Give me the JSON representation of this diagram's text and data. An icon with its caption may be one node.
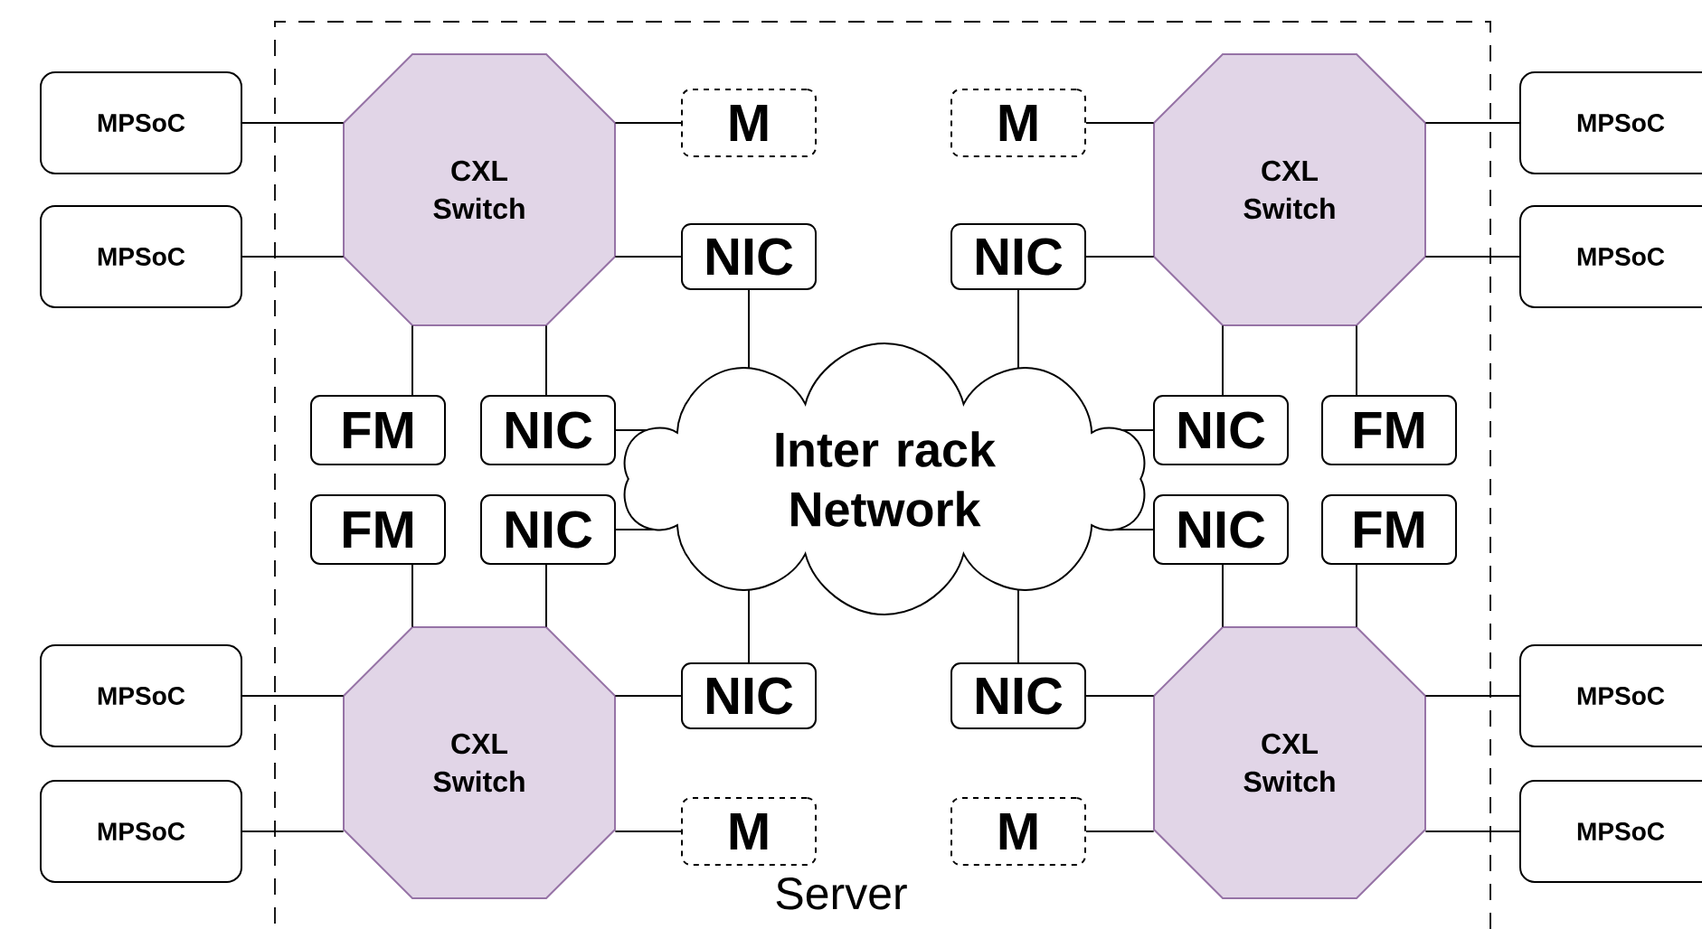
{
  "diagram": {
    "nodes": [
      {
        "text": [
          "Server"
        ]
      },
      {
        "text": [
          "MPSoC"
        ]
      },
      {
        "text": [
          "CXL Switch"
        ],
        "in": 0
      },
      {
        "text": [
          "M"
        ],
        "in": 0
      },
      {
        "text": [
          "M"
        ],
        "in": 0
      },
      {
        "text": [
          "CXL Switch"
        ],
        "in": 0
      },
      {
        "text": [
          "MPSoC"
        ]
      },
      {
        "text": [
          "MPSoC"
        ]
      },
      {
        "text": [
          "NIC"
        ],
        "in": 0
      },
      {
        "text": [
          "NIC"
        ],
        "in": 0
      },
      {
        "text": [
          "MPSoC"
        ]
      },
      {
        "text": [
          "FM"
        ],
        "in": 0
      },
      {
        "text": [
          "NIC"
        ],
        "in": 0
      },
      {
        "text": [
          "Inter rack Network"
        ],
        "in": 0
      },
      {
        "text": [
          "NIC"
        ],
        "in": 0
      },
      {
        "text": [
          "FM"
        ],
        "in": 0
      },
      {
        "text": [
          "FM"
        ],
        "in": 0
      },
      {
        "text": [
          "NIC"
        ],
        "in": 0
      },
      {
        "text": [
          "NIC"
        ],
        "in": 0
      },
      {
        "text": [
          "FM"
        ],
        "in": 0
      },
      {
        "text": [
          "MPSoC"
        ]
      },
      {
        "text": [
          "CXL Switch"
        ],
        "in": 0
      },
      {
        "text": [
          "NIC"
        ],
        "in": 0
      },
      {
        "text": [
          "NIC"
        ],
        "in": 0
      },
      {
        "text": [
          "CXL Switch"
        ],
        "in": 0
      },
      {
        "text": [
          "MPSoC"
        ]
      },
      {
        "text": [
          "MPSoC"
        ]
      },
      {
        "text": [
          "M"
        ],
        "in": 0
      },
      {
        "text": [
          "M"
        ],
        "in": 0
      },
      {
        "text": [
          "MPSoC"
        ]
      }
    ],
    "edges": [
      {
        "from": 1,
        "to": 2,
        "arrow": "none"
      },
      {
        "from": 7,
        "to": 2,
        "arrow": "none"
      },
      {
        "from": 2,
        "to": 3,
        "arrow": "none"
      },
      {
        "from": 2,
        "to": 8,
        "arrow": "none"
      },
      {
        "from": 2,
        "to": 11,
        "arrow": "none"
      },
      {
        "from": 2,
        "to": 12,
        "arrow": "none"
      },
      {
        "from": 4,
        "to": 5,
        "arrow": "none"
      },
      {
        "from": 9,
        "to": 5,
        "arrow": "none"
      },
      {
        "from": 5,
        "to": 6,
        "arrow": "none"
      },
      {
        "from": 5,
        "to": 10,
        "arrow": "none"
      },
      {
        "from": 5,
        "to": 14,
        "arrow": "none"
      },
      {
        "from": 5,
        "to": 15,
        "arrow": "none"
      },
      {
        "from": 20,
        "to": 21,
        "arrow": "none"
      },
      {
        "from": 26,
        "to": 21,
        "arrow": "none"
      },
      {
        "from": 16,
        "to": 21,
        "arrow": "none"
      },
      {
        "from": 17,
        "to": 21,
        "arrow": "none"
      },
      {
        "from": 21,
        "to": 22,
        "arrow": "none"
      },
      {
        "from": 21,
        "to": 27,
        "arrow": "none"
      },
      {
        "from": 18,
        "to": 24,
        "arrow": "none"
      },
      {
        "from": 19,
        "to": 24,
        "arrow": "none"
      },
      {
        "from": 23,
        "to": 24,
        "arrow": "none"
      },
      {
        "from": 24,
        "to": 25,
        "arrow": "none"
      },
      {
        "from": 24,
        "to": 29,
        "arrow": "none"
      },
      {
        "from": 28,
        "to": 24,
        "arrow": "none"
      },
      {
        "from": 8,
        "to": 13,
        "arrow": "none"
      },
      {
        "from": 9,
        "to": 13,
        "arrow": "none"
      },
      {
        "from": 12,
        "to": 13,
        "arrow": "none"
      },
      {
        "from": 14,
        "to": 13,
        "arrow": "none"
      },
      {
        "from": 17,
        "to": 13,
        "arrow": "none"
      },
      {
        "from": 18,
        "to": 13,
        "arrow": "none"
      },
      {
        "from": 22,
        "to": 13,
        "arrow": "none"
      },
      {
        "from": 23,
        "to": 13,
        "arrow": "none"
      }
    ]
  }
}
